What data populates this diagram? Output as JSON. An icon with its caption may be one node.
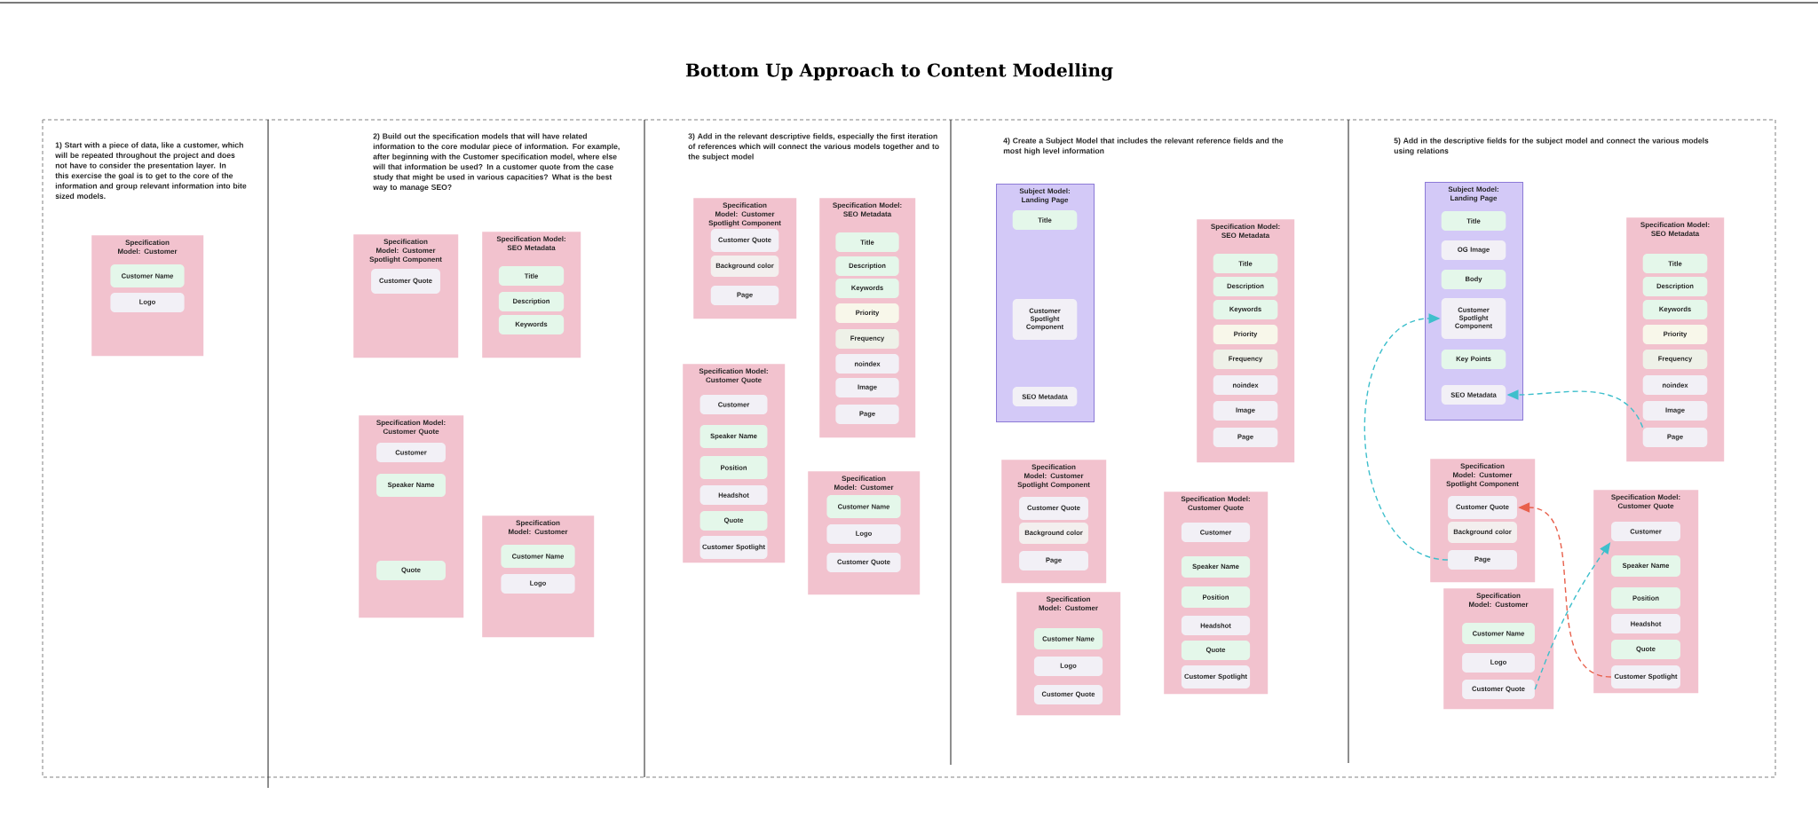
{
  "diagram": {
    "title": "Bottom Up Approach to Content Modelling",
    "nodes": [
      {
        "text": [
          "Specification Model: Customer"
        ]
      },
      {
        "text": [
          "Customer Name"
        ],
        "in": 0
      },
      {
        "text": [
          "Logo"
        ],
        "in": 0
      },
      {
        "text": [
          "Specification Model: Customer Spotlight Component"
        ]
      },
      {
        "text": [
          "Customer Quote"
        ],
        "in": 3
      },
      {
        "text": [
          "Specification Model: SEO Metadata"
        ]
      },
      {
        "text": [
          "Title"
        ],
        "in": 5
      },
      {
        "text": [
          "Description"
        ],
        "in": 5
      },
      {
        "text": [
          "Keywords"
        ],
        "in": 5
      },
      {
        "text": [
          "Specification Model: Customer Quote"
        ]
      },
      {
        "text": [
          "Customer"
        ],
        "in": 9
      },
      {
        "text": [
          "Speaker Name"
        ],
        "in": 9
      },
      {
        "text": [
          "Quote"
        ],
        "in": 9
      },
      {
        "text": [
          "Specification Model: Customer"
        ]
      },
      {
        "text": [
          "Customer Name"
        ],
        "in": 13
      },
      {
        "text": [
          "Logo"
        ],
        "in": 13
      },
      {
        "text": [
          "Specification Model: Customer Spotlight Component"
        ]
      },
      {
        "text": [
          "Customer Quote"
        ],
        "in": 16
      },
      {
        "text": [
          "Background color"
        ],
        "in": 16
      },
      {
        "text": [
          "Page"
        ],
        "in": 16
      },
      {
        "text": [
          "Specification Model: SEO Metadata"
        ]
      },
      {
        "text": [
          "Title"
        ],
        "in": 20
      },
      {
        "text": [
          "Description"
        ],
        "in": 20
      },
      {
        "text": [
          "Keywords"
        ],
        "in": 20
      },
      {
        "text": [
          "Priority"
        ],
        "in": 20
      },
      {
        "text": [
          "Frequency"
        ],
        "in": 20
      },
      {
        "text": [
          "noindex"
        ],
        "in": 20
      },
      {
        "text": [
          "Image"
        ],
        "in": 20
      },
      {
        "text": [
          "Page"
        ],
        "in": 20
      },
      {
        "text": [
          "Specification Model: Customer Quote"
        ]
      },
      {
        "text": [
          "Customer"
        ],
        "in": 29
      },
      {
        "text": [
          "Speaker Name"
        ],
        "in": 29
      },
      {
        "text": [
          "Position"
        ],
        "in": 29
      },
      {
        "text": [
          "Headshot"
        ],
        "in": 29
      },
      {
        "text": [
          "Quote"
        ],
        "in": 29
      },
      {
        "text": [
          "Customer Spotlight"
        ],
        "in": 29
      },
      {
        "text": [
          "Specification Model: Customer"
        ]
      },
      {
        "text": [
          "Customer Name"
        ],
        "in": 36
      },
      {
        "text": [
          "Logo"
        ],
        "in": 36
      },
      {
        "text": [
          "Customer Quote"
        ],
        "in": 36
      },
      {
        "text": [
          "Subject Model: Landing Page"
        ]
      },
      {
        "text": [
          "Title"
        ],
        "in": 40
      },
      {
        "text": [
          "Customer Spotlight Component"
        ],
        "in": 40
      },
      {
        "text": [
          "SEO Metadata"
        ],
        "in": 40
      },
      {
        "text": [
          "Specification Model: SEO Metadata"
        ]
      },
      {
        "text": [
          "Title"
        ],
        "in": 44
      },
      {
        "text": [
          "Description"
        ],
        "in": 44
      },
      {
        "text": [
          "Keywords"
        ],
        "in": 44
      },
      {
        "text": [
          "Priority"
        ],
        "in": 44
      },
      {
        "text": [
          "Frequency"
        ],
        "in": 44
      },
      {
        "text": [
          "noindex"
        ],
        "in": 44
      },
      {
        "text": [
          "Image"
        ],
        "in": 44
      },
      {
        "text": [
          "Page"
        ],
        "in": 44
      },
      {
        "text": [
          "Specification Model: Customer Spotlight Component"
        ]
      },
      {
        "text": [
          "Customer Quote"
        ],
        "in": 53
      },
      {
        "text": [
          "Background color"
        ],
        "in": 53
      },
      {
        "text": [
          "Page"
        ],
        "in": 53
      },
      {
        "text": [
          "Specification Model: Customer"
        ]
      },
      {
        "text": [
          "Customer Name"
        ],
        "in": 57
      },
      {
        "text": [
          "Logo"
        ],
        "in": 57
      },
      {
        "text": [
          "Customer Quote"
        ],
        "in": 57
      },
      {
        "text": [
          "Specification Model: Customer Quote"
        ]
      },
      {
        "text": [
          "Customer"
        ],
        "in": 61
      },
      {
        "text": [
          "Speaker Name"
        ],
        "in": 61
      },
      {
        "text": [
          "Position"
        ],
        "in": 61
      },
      {
        "text": [
          "Headshot"
        ],
        "in": 61
      },
      {
        "text": [
          "Quote"
        ],
        "in": 61
      },
      {
        "text": [
          "Customer Spotlight"
        ],
        "in": 61
      },
      {
        "text": [
          "Subject Model: Landing Page"
        ]
      },
      {
        "text": [
          "Title"
        ],
        "in": 68
      },
      {
        "text": [
          "OG Image"
        ],
        "in": 68
      },
      {
        "text": [
          "Body"
        ],
        "in": 68
      },
      {
        "text": [
          "Customer Spotlight Component"
        ],
        "in": 68
      },
      {
        "text": [
          "Key Points"
        ],
        "in": 68
      },
      {
        "text": [
          "SEO Metadata"
        ],
        "in": 68
      },
      {
        "text": [
          "Specification Model: SEO Metadata"
        ]
      },
      {
        "text": [
          "Title"
        ],
        "in": 75
      },
      {
        "text": [
          "Description"
        ],
        "in": 75
      },
      {
        "text": [
          "Keywords"
        ],
        "in": 75
      },
      {
        "text": [
          "Priority"
        ],
        "in": 75
      },
      {
        "text": [
          "Frequency"
        ],
        "in": 75
      },
      {
        "text": [
          "noindex"
        ],
        "in": 75
      },
      {
        "text": [
          "Image"
        ],
        "in": 75
      },
      {
        "text": [
          "Page"
        ],
        "in": 75
      },
      {
        "text": [
          "Specification Model: Customer Spotlight Component"
        ]
      },
      {
        "text": [
          "Customer Quote"
        ],
        "in": 84
      },
      {
        "text": [
          "Background color"
        ],
        "in": 84
      },
      {
        "text": [
          "Page"
        ],
        "in": 84
      },
      {
        "text": [
          "Specification Model: Customer"
        ]
      },
      {
        "text": [
          "Customer Name"
        ],
        "in": 88
      },
      {
        "text": [
          "Logo"
        ],
        "in": 88
      },
      {
        "text": [
          "Customer Quote"
        ],
        "in": 88
      },
      {
        "text": [
          "Specification Model: Customer Quote"
        ]
      },
      {
        "text": [
          "Customer"
        ],
        "in": 92
      },
      {
        "text": [
          "Speaker Name"
        ],
        "in": 92
      },
      {
        "text": [
          "Position"
        ],
        "in": 92
      },
      {
        "text": [
          "Headshot"
        ],
        "in": 92
      },
      {
        "text": [
          "Quote"
        ],
        "in": 92
      },
      {
        "text": [
          "Customer Spotlight"
        ],
        "in": 92
      }
    ],
    "edges": [
      {
        "from": 87,
        "to": 72,
        "arrow": "to",
        "style": "dashed"
      },
      {
        "from": 83,
        "to": 74,
        "arrow": "to",
        "style": "dashed"
      },
      {
        "from": 91,
        "to": 93,
        "arrow": "to",
        "style": "dashed"
      },
      {
        "from": 98,
        "to": 85,
        "arrow": "to",
        "style": "dashed",
        "color": "#e8604c"
      }
    ],
    "labels": [
      "1) Start with a piece of data, like a customer, which will be repeated throughout the project and does not have to consider the presentation layer. In this exercise the goal is to get to the core of the information and group relevant information into bite sized models.",
      "2) Build out the specification models that will have related information to the core modular piece of information. For example, after beginning with the Customer specification model, where else will that information be used? In a customer quote from the case study that might be used in various capacities? What is the best way to manage SEO?",
      "3) Add in the relevant descriptive fields, especially the first iteration of references which will connect the various models together and to the subject model",
      "4) Create a Subject Model that includes the relevant reference fields and the most high level information",
      "5) Add in the descriptive fields for the subject model and connect the various models using relations"
    ]
  }
}
